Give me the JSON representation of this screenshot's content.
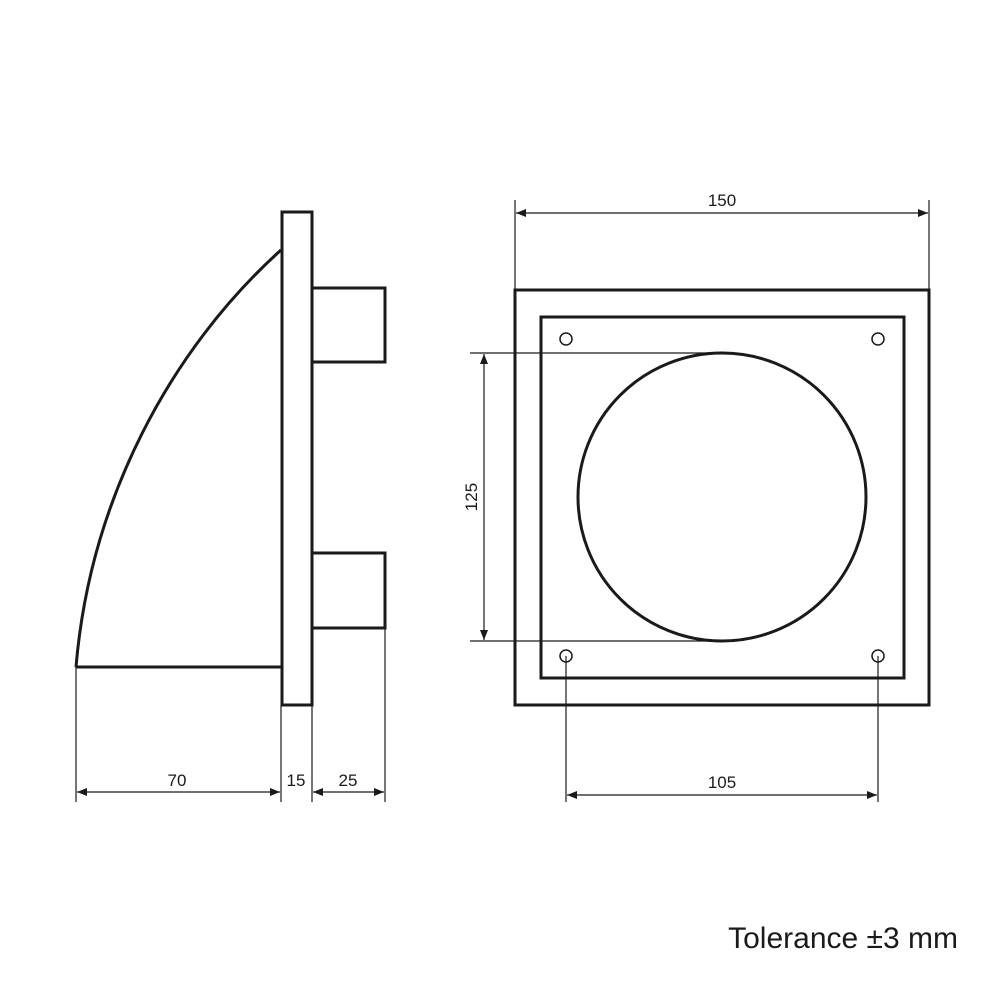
{
  "side_view": {
    "dims": {
      "hood_depth": "70",
      "plate_thickness": "15",
      "spigot_length": "25"
    }
  },
  "front_view": {
    "dims": {
      "width": "150",
      "duct_diameter": "125",
      "hole_spacing": "105"
    }
  },
  "note": "Tolerance ±3 mm",
  "colors": {
    "line": "#1a1a1a",
    "background": "#ffffff"
  }
}
